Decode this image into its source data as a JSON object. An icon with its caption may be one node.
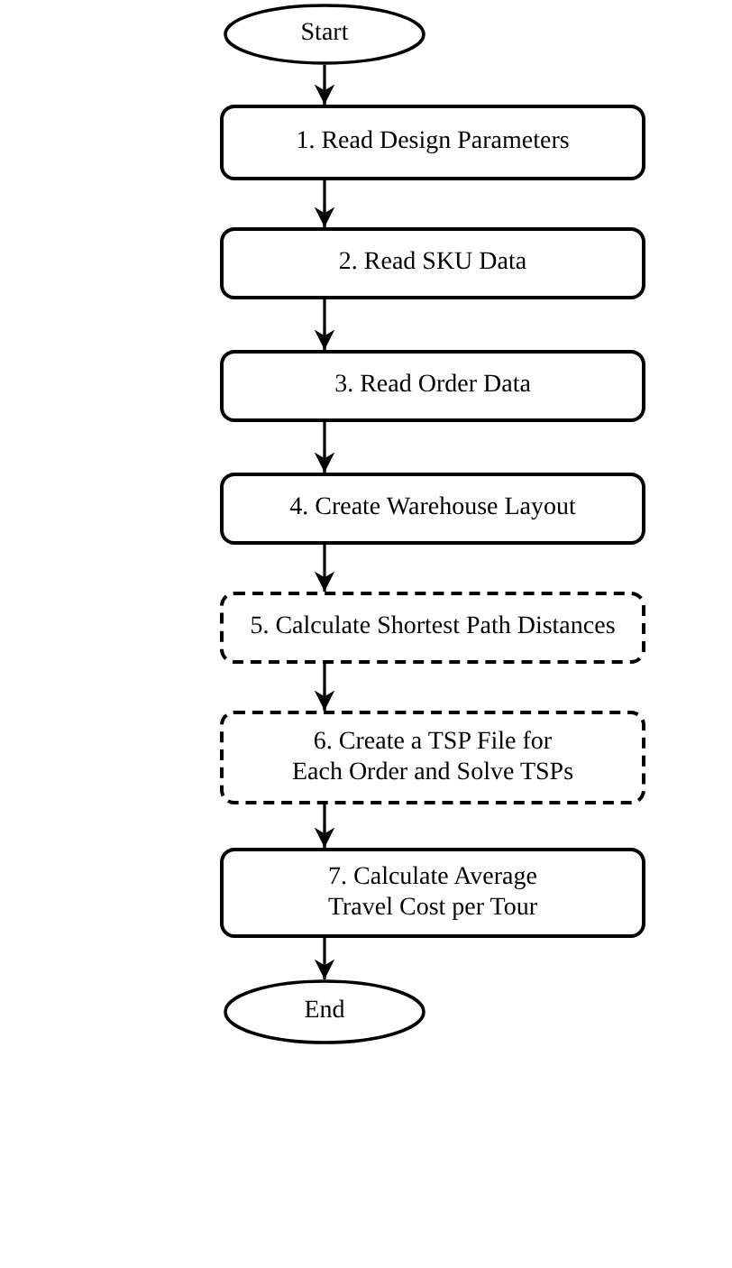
{
  "diagram": {
    "nodes": [
      {
        "text": [
          "Start"
        ]
      },
      {
        "text": [
          "1. Read Design Parameters"
        ]
      },
      {
        "text": [
          "2. Read SKU Data"
        ]
      },
      {
        "text": [
          "3. Read Order Data"
        ]
      },
      {
        "text": [
          "4. Create Warehouse Layout"
        ]
      },
      {
        "text": [
          "5. Calculate Shortest Path Distances"
        ]
      },
      {
        "text": [
          "6. Create a TSP File for Each Order and Solve TSPs"
        ]
      },
      {
        "text": [
          "7. Calculate Average Travel Cost per Tour"
        ]
      },
      {
        "text": [
          "End"
        ]
      }
    ],
    "edges": [
      {
        "from": 0,
        "to": 1,
        "arrow": "to"
      },
      {
        "from": 1,
        "to": 2,
        "arrow": "to"
      },
      {
        "from": 2,
        "to": 3,
        "arrow": "to"
      },
      {
        "from": 3,
        "to": 4,
        "arrow": "to"
      },
      {
        "from": 4,
        "to": 5,
        "arrow": "to"
      },
      {
        "from": 5,
        "to": 6,
        "arrow": "to"
      },
      {
        "from": 6,
        "to": 7,
        "arrow": "to"
      },
      {
        "from": 7,
        "to": 8,
        "arrow": "to"
      }
    ]
  }
}
